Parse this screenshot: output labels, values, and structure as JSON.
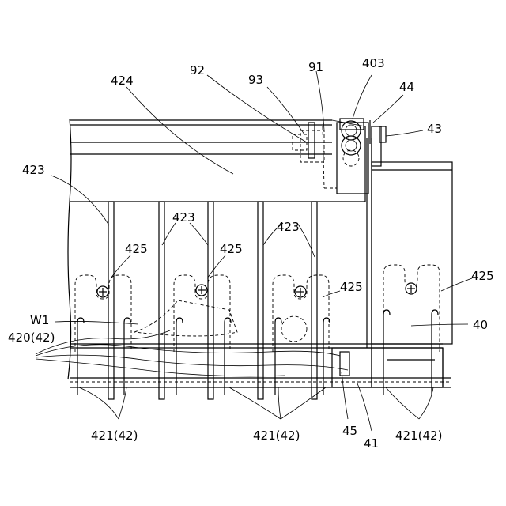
{
  "labels": {
    "l424": "424",
    "l92": "92",
    "l93": "93",
    "l91": "91",
    "l403": "403",
    "l44": "44",
    "l43": "43",
    "l423_left": "423",
    "l423_mid": "423",
    "l423_right": "423",
    "l425_a": "425",
    "l425_b": "425",
    "l425_c": "425",
    "l425_d": "425",
    "lW1": "W1",
    "l420": "420(42)",
    "l40": "40",
    "l421_left": "421(42)",
    "l421_mid": "421(42)",
    "l421_right": "421(42)",
    "l45": "45",
    "l41": "41"
  }
}
